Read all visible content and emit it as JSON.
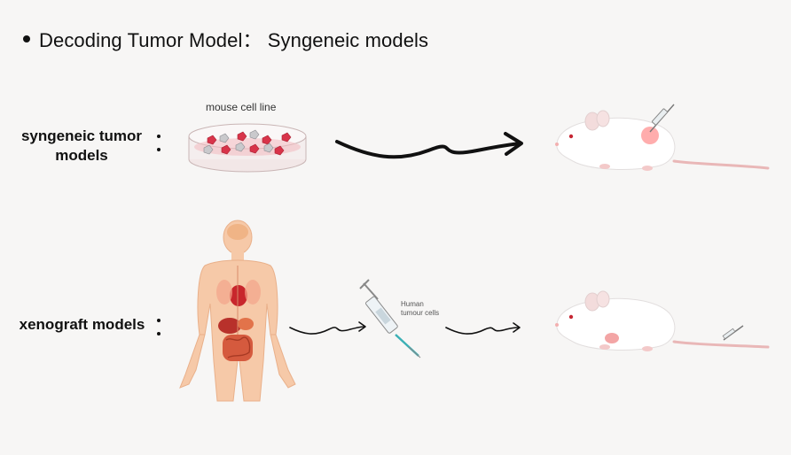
{
  "title": "Decoding Tumor Model： Syngeneic models",
  "rows": [
    {
      "label_line1": "syngeneic tumor",
      "label_line2": "models"
    },
    {
      "label": "xenograft models"
    }
  ],
  "captions": {
    "cell_line": "mouse cell line",
    "human_cells_line1": "Human",
    "human_cells_line2": "tumour cells"
  },
  "colors": {
    "background": "#f7f6f5",
    "arrow": "#111111",
    "tumor": "#ff8a8a",
    "skin": "#f6c9a8",
    "mouse_tail": "#e9b7b7"
  },
  "icons": [
    "bullet-icon",
    "petri-dish-icon",
    "mouse-icon",
    "human-anatomy-icon",
    "syringe-icon",
    "wavy-arrow-icon"
  ]
}
